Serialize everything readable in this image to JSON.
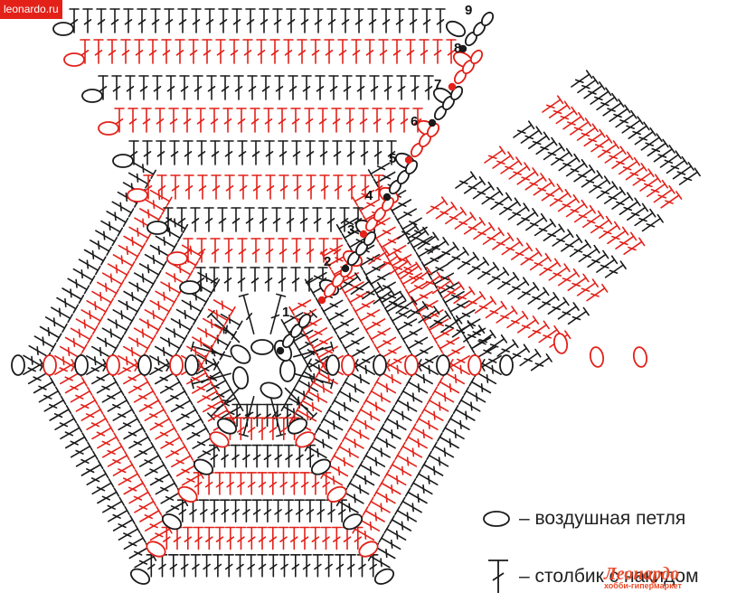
{
  "site_label": "leonardo.ru",
  "colors": {
    "black": "#1a1a1a",
    "red": "#e32119",
    "label_bg": "#e32119",
    "brand": "#e84b2a"
  },
  "rows": [
    {
      "label": "1",
      "color": "#1a1a1a"
    },
    {
      "label": "2",
      "color": "#e32119"
    },
    {
      "label": "3",
      "color": "#1a1a1a"
    },
    {
      "label": "4",
      "color": "#e32119"
    },
    {
      "label": "5",
      "color": "#1a1a1a"
    },
    {
      "label": "6",
      "color": "#e32119"
    },
    {
      "label": "7",
      "color": "#1a1a1a"
    },
    {
      "label": "8",
      "color": "#e32119"
    },
    {
      "label": "9",
      "color": "#1a1a1a"
    }
  ],
  "legend": {
    "chain_label": "– воздушная петля",
    "dc_label": "– столбик с накидом"
  },
  "brand": {
    "name": "Леонардо",
    "tagline": "хобби-гипермаркет"
  }
}
